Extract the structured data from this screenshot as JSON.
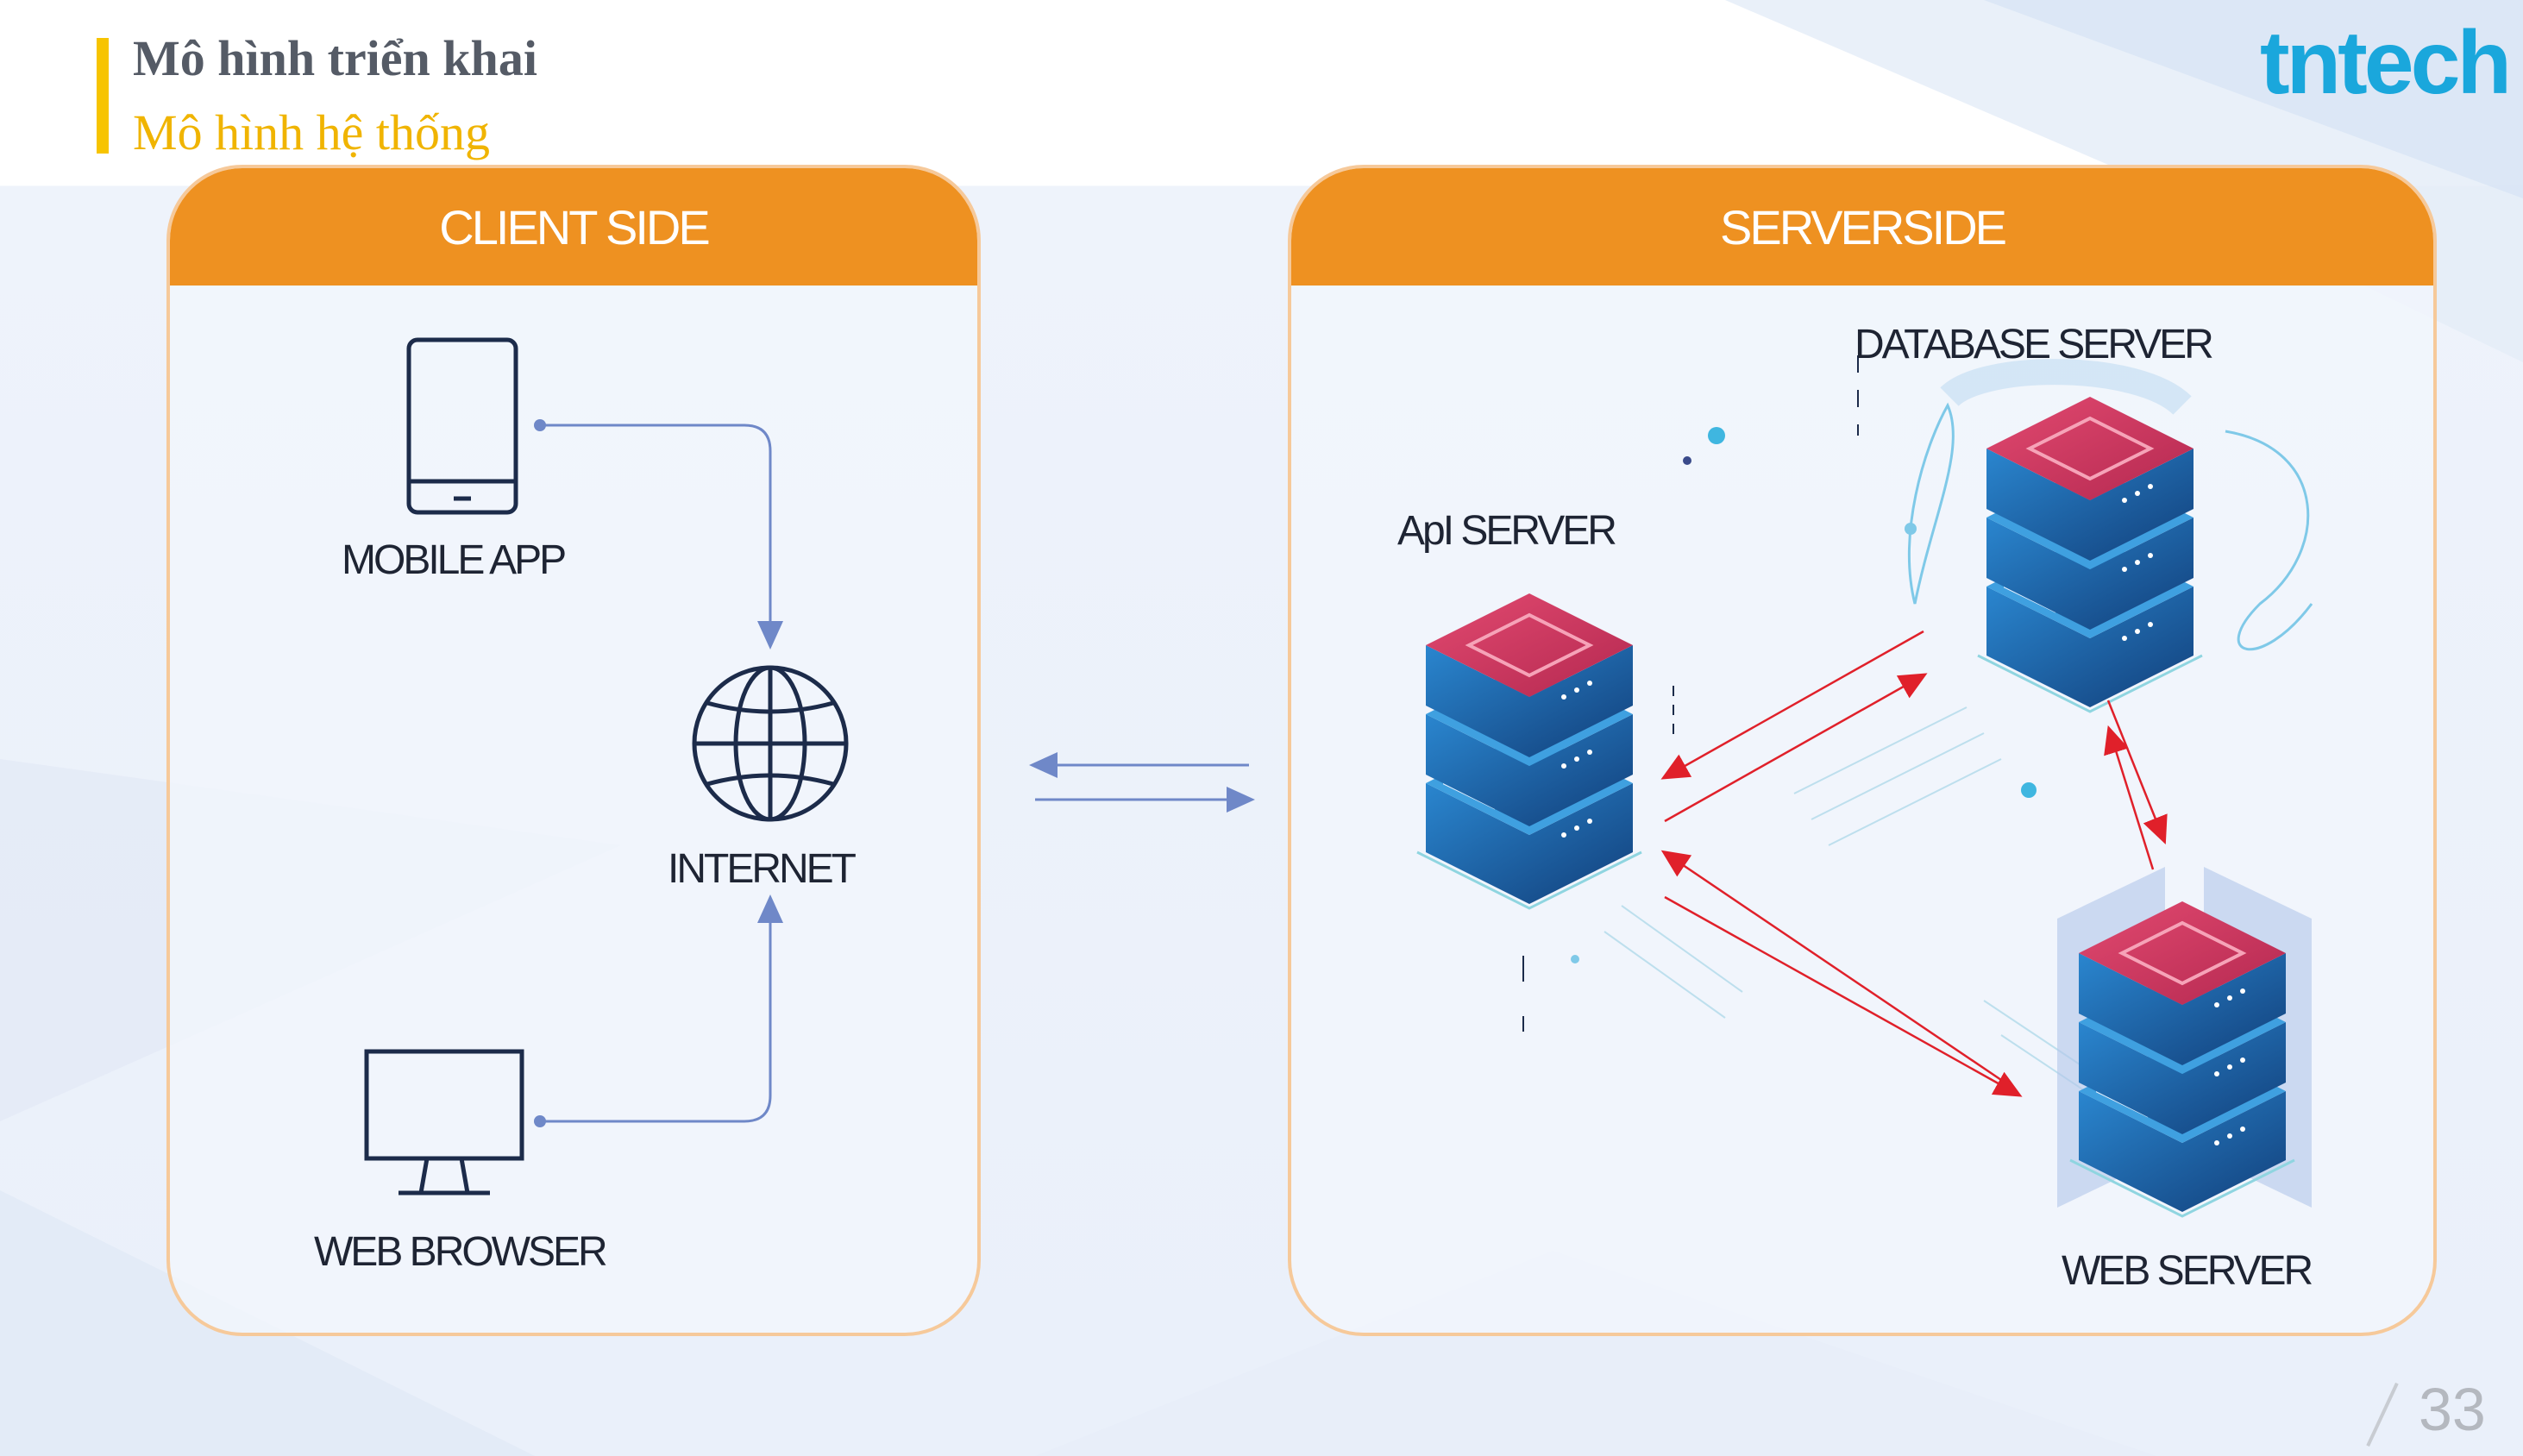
{
  "slide": {
    "title": "Mô hình triển khai",
    "subtitle": "Mô hình hệ thống",
    "logo_text": "tntech",
    "page_number": "33"
  },
  "client_panel": {
    "header": "CLIENT SIDE",
    "nodes": {
      "mobile": "MOBILE APP",
      "internet": "INTERNET",
      "browser": "WEB BROWSER"
    }
  },
  "server_panel": {
    "header": "SERVERSIDE",
    "nodes": {
      "database": "DATABASE SERVER",
      "api": "ApI SERVER",
      "web": "WEB SERVER"
    }
  },
  "colors": {
    "header_orange": "#ee9121",
    "panel_border": "#f6c99a",
    "accent_yellow": "#f7c400",
    "logo_blue": "#1aa7dc",
    "icon_navy": "#1c2b4a",
    "connector_blue": "#6f88c8",
    "server_arrow_red": "#e0202a",
    "server_top_pink": "#d6365f",
    "server_body_blue": "#1b6bb3"
  },
  "icons": [
    "mobile-phone-icon",
    "globe-icon",
    "monitor-icon",
    "server-stack-icon"
  ]
}
